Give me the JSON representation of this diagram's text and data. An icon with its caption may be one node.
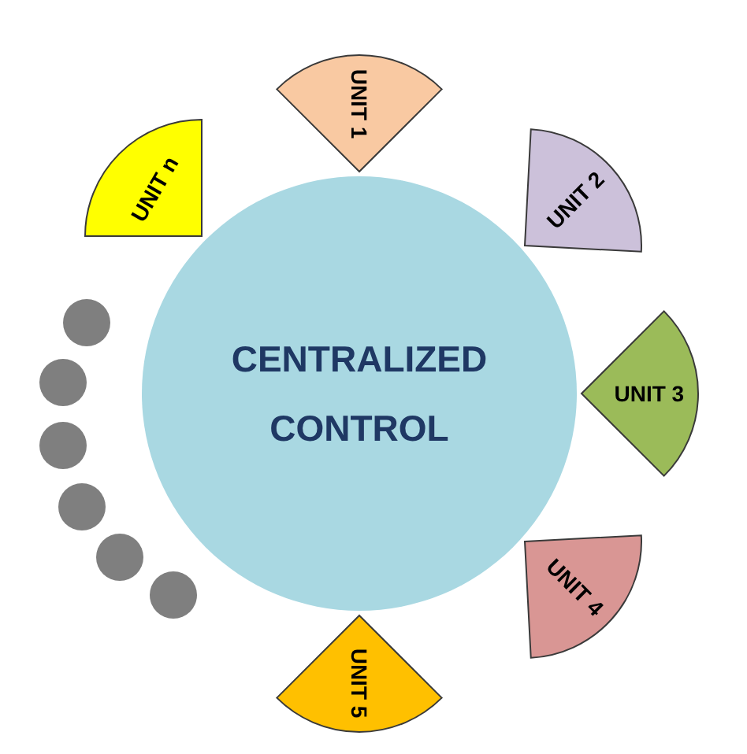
{
  "diagram": {
    "nodes": [
      {
        "text": [
          "CENTRALIZED CONTROL"
        ]
      },
      {
        "text": [
          "UNIT 1"
        ]
      },
      {
        "text": [
          "UNIT 2"
        ]
      },
      {
        "text": [
          "UNIT 3"
        ]
      },
      {
        "text": [
          "UNIT 4"
        ]
      },
      {
        "text": [
          "UNIT 5"
        ]
      },
      {
        "text": [
          "UNIT n"
        ]
      },
      {
        "text": [],
        "shape": "circle"
      },
      {
        "text": [],
        "shape": "circle"
      },
      {
        "text": [],
        "shape": "circle"
      },
      {
        "text": [],
        "shape": "circle"
      },
      {
        "text": [],
        "shape": "circle"
      },
      {
        "text": [],
        "shape": "circle"
      }
    ]
  }
}
